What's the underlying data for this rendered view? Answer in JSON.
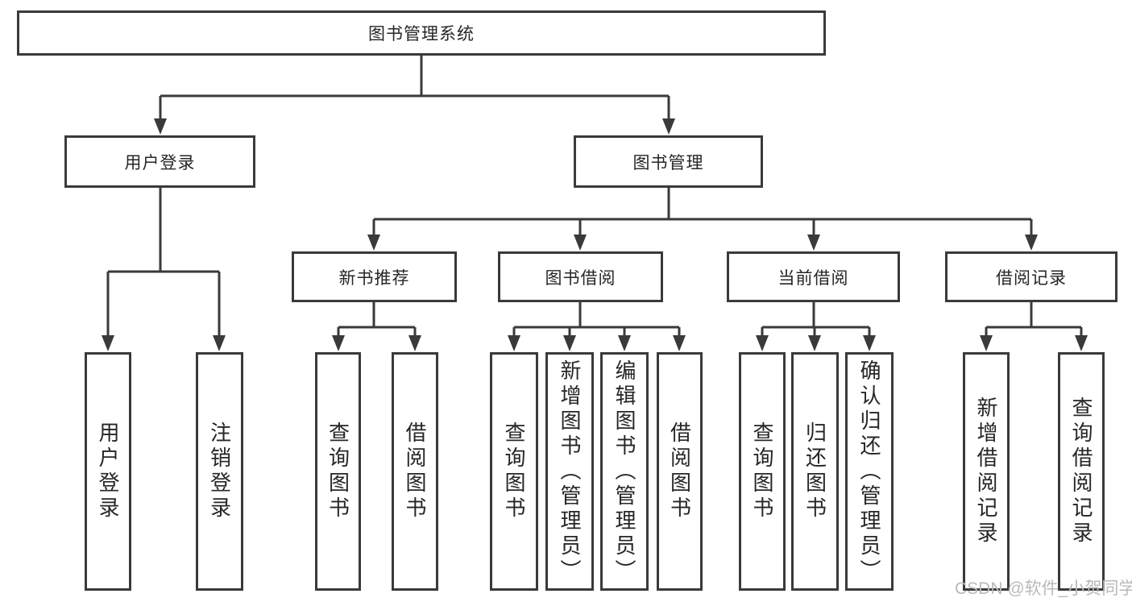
{
  "diagram_title": "图书管理系统",
  "watermark": {
    "text": "CSDN @软件_小贺同学"
  },
  "colors": {
    "line": "#3a3a3a",
    "box_border": "#3a3a3a",
    "text": "#262626",
    "watermark": "#b9b9b9",
    "background": "#ffffff"
  },
  "tree": {
    "root": {
      "label": "图书管理系统"
    },
    "level2": [
      {
        "label": "用户登录",
        "children": [
          {
            "label": "用户登录"
          },
          {
            "label": "注销登录"
          }
        ]
      },
      {
        "label": "图书管理",
        "children": [
          {
            "label": "新书推荐",
            "children": [
              {
                "label": "查询图书"
              },
              {
                "label": "借阅图书"
              }
            ]
          },
          {
            "label": "图书借阅",
            "children": [
              {
                "label": "查询图书"
              },
              {
                "label": "新增图书（管理员）"
              },
              {
                "label": "编辑图书（管理员）"
              },
              {
                "label": "借阅图书"
              }
            ]
          },
          {
            "label": "当前借阅",
            "children": [
              {
                "label": "查询图书"
              },
              {
                "label": "归还图书"
              },
              {
                "label": "确认归还（管理员）"
              }
            ]
          },
          {
            "label": "借阅记录",
            "children": [
              {
                "label": "新增借阅记录"
              },
              {
                "label": "查询借阅记录"
              }
            ]
          }
        ]
      }
    ]
  }
}
